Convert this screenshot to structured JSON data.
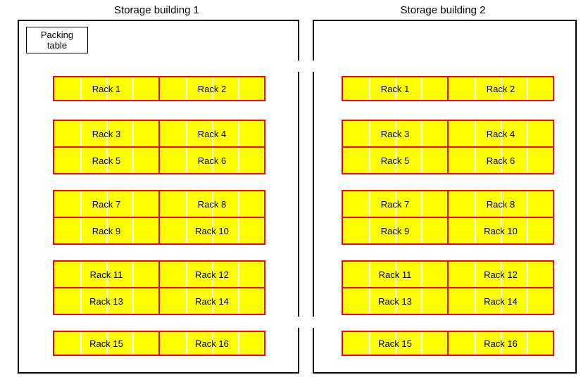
{
  "diagram": {
    "title_visible": false,
    "colors": {
      "rack_fill": "#FFFF00",
      "rack_border": "#FF0000",
      "bay_divider": "#FFFFFF",
      "wall": "#000000",
      "background": "#FFFFFF",
      "table_fill": "#FFFFFF"
    }
  },
  "buildings": [
    {
      "id": "storage-building-1",
      "title": "Storage building 1",
      "packing_table": {
        "line1": "Packing",
        "line2": "table"
      },
      "rack_rows": [
        {
          "rows": [
            [
              "Rack 1",
              "Rack 2"
            ]
          ]
        },
        {
          "rows": [
            [
              "Rack 3",
              "Rack 4"
            ],
            [
              "Rack 5",
              "Rack 6"
            ]
          ]
        },
        {
          "rows": [
            [
              "Rack 7",
              "Rack 8"
            ],
            [
              "Rack 9",
              "Rack 10"
            ]
          ]
        },
        {
          "rows": [
            [
              "Rack 11",
              "Rack 12"
            ],
            [
              "Rack 13",
              "Rack 14"
            ]
          ]
        },
        {
          "rows": [
            [
              "Rack 15",
              "Rack 16"
            ]
          ]
        }
      ]
    },
    {
      "id": "storage-building-2",
      "title": "Storage building 2",
      "packing_table": null,
      "rack_rows": [
        {
          "rows": [
            [
              "Rack 1",
              "Rack 2"
            ]
          ]
        },
        {
          "rows": [
            [
              "Rack 3",
              "Rack 4"
            ],
            [
              "Rack 5",
              "Rack 6"
            ]
          ]
        },
        {
          "rows": [
            [
              "Rack 7",
              "Rack 8"
            ],
            [
              "Rack 9",
              "Rack 10"
            ]
          ]
        },
        {
          "rows": [
            [
              "Rack 11",
              "Rack 12"
            ],
            [
              "Rack 13",
              "Rack 14"
            ]
          ]
        },
        {
          "rows": [
            [
              "Rack 15",
              "Rack 16"
            ]
          ]
        }
      ]
    }
  ]
}
